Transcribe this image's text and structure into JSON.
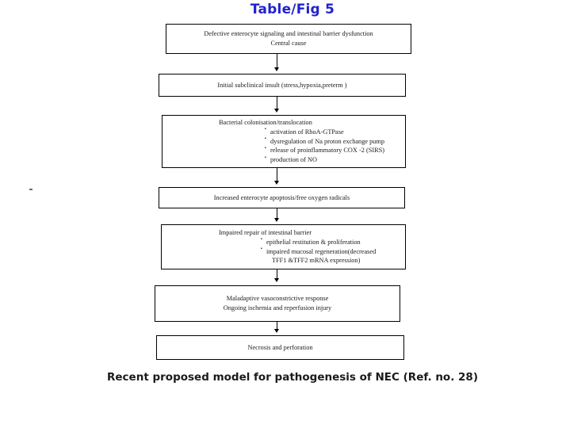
{
  "figure": {
    "title": "Table/Fig 5",
    "title_color": "#2222cc",
    "caption": "Recent proposed model for pathogenesis of NEC (Ref. no. 28)",
    "caption_color": "#1b1b1b",
    "background": "#ffffff",
    "box_border_color": "#000000",
    "connector_color": "#000000"
  },
  "nodes": [
    {
      "id": "central-cause",
      "lines": [
        "Defective enterocyte signaling and intestinal barrier dysfunction",
        "Central cause"
      ],
      "bullets": []
    },
    {
      "id": "initial-insult",
      "lines": [
        "Initial subclinical insult (stress,hypoxia,preterm )"
      ],
      "bullets": []
    },
    {
      "id": "bacterial-colonisation",
      "lines": [
        "Bacterial colonisation/translocation"
      ],
      "bullets": [
        "activation of RhoA-GTPase",
        "dysregulation of Na proton exchange pump",
        "release of proinflammatory COX -2 (SIRS)",
        "production of NO"
      ]
    },
    {
      "id": "apoptosis",
      "lines": [
        "Increased enterocyte apoptosis/free oxygen radicals"
      ],
      "bullets": []
    },
    {
      "id": "impaired-repair",
      "lines": [
        "Impaired repair of intestinal barrier"
      ],
      "bullets": [
        "epithelial restitution & proliferation",
        "impaired mucosal regeneration(decreased"
      ],
      "bullet_continuation": "TFF1 &TFF2 mRNA expression)"
    },
    {
      "id": "vasoconstriction",
      "lines": [
        "Maladaptive vasoconstrictive response",
        "Ongoing ischemia and reperfusion injury"
      ],
      "bullets": []
    },
    {
      "id": "necrosis",
      "lines": [
        "Necrosis and perforation"
      ],
      "bullets": []
    }
  ],
  "chart_data": {
    "type": "diagram",
    "diagram_type": "flowchart",
    "title": "Table/Fig 5",
    "caption": "Recent proposed model for pathogenesis of NEC (Ref. no. 28)",
    "orientation": "top-to-bottom",
    "node_count": 7,
    "edge_count": 6,
    "node_labels": [
      "Defective enterocyte signaling and intestinal barrier dysfunction / Central cause",
      "Initial subclinical insult (stress,hypoxia,preterm )",
      "Bacterial colonisation/translocation",
      "Increased enterocyte apoptosis/free oxygen radicals",
      "Impaired repair of intestinal barrier",
      "Maladaptive vasoconstrictive response / Ongoing ischemia and reperfusion injury",
      "Necrosis and perforation"
    ],
    "edges": [
      [
        "central-cause",
        "initial-insult"
      ],
      [
        "initial-insult",
        "bacterial-colonisation"
      ],
      [
        "bacterial-colonisation",
        "apoptosis"
      ],
      [
        "apoptosis",
        "impaired-repair"
      ],
      [
        "impaired-repair",
        "vasoconstriction"
      ],
      [
        "vasoconstriction",
        "necrosis"
      ]
    ]
  }
}
